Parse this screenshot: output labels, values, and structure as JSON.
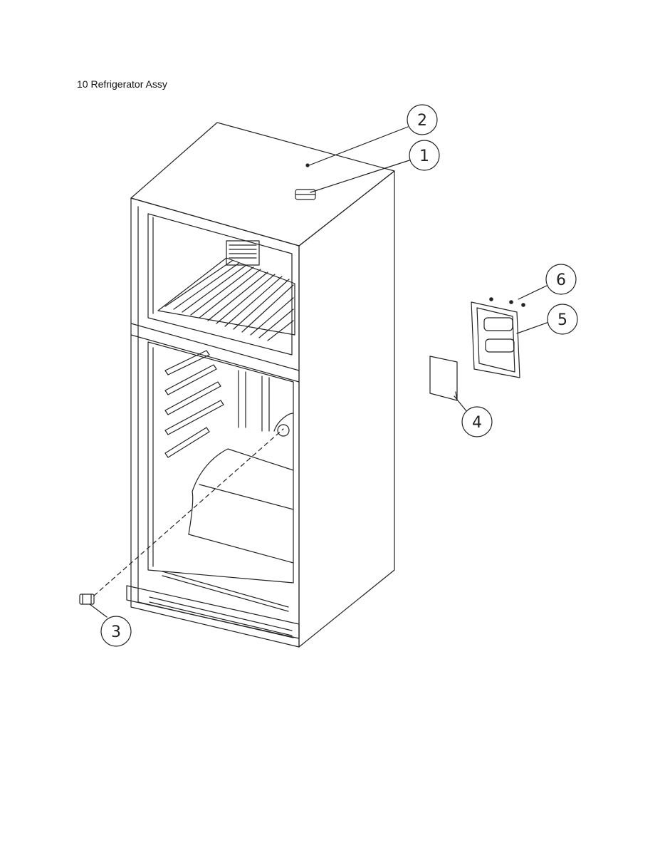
{
  "title": "10 Refrigerator Assy",
  "callouts": [
    {
      "id": "callout-1",
      "label": "1"
    },
    {
      "id": "callout-2",
      "label": "2"
    },
    {
      "id": "callout-3",
      "label": "3"
    },
    {
      "id": "callout-4",
      "label": "4"
    },
    {
      "id": "callout-5",
      "label": "5"
    },
    {
      "id": "callout-6",
      "label": "6"
    }
  ]
}
